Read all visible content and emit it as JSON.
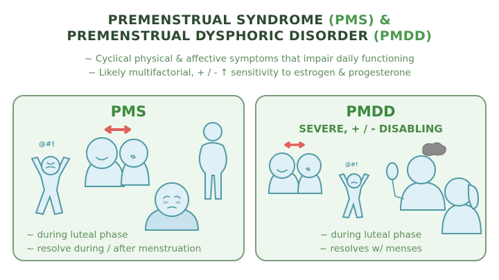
{
  "header": {
    "title_line1": {
      "text": "PREMENSTRUAL SYNDROME",
      "highlight": "(PMS)",
      "suffix": "&"
    },
    "title_line2": {
      "text": "PREMENSTRUAL DYSPHORIC DISORDER",
      "highlight": "(PMDD)"
    },
    "bullets": [
      "~ Cyclical physical & affective symptoms that impair daily functioning",
      "~ Likely multifactorial, + / - ↑ sensitivity to estrogen & progesterone"
    ]
  },
  "panels": [
    {
      "title": "PMS",
      "subtitle": "",
      "illustrations": [
        "angry-person",
        "two-people-conflict",
        "sad-face",
        "bloated-person"
      ],
      "notes": [
        "~ during luteal phase",
        "~ resolve during / after menstruation"
      ]
    },
    {
      "title": "PMDD",
      "subtitle": "SEVERE, + / - DISABLING",
      "illustrations": [
        "two-people-conflict",
        "angry-person",
        "person-mirror-cloud",
        "person-hand-head"
      ],
      "notes": [
        "~ during luteal phase",
        "~ resolves w/ menses"
      ]
    }
  ],
  "symbols": {
    "angry_text": "@#!"
  },
  "colors": {
    "title_dark": "#2f4a30",
    "title_highlight": "#4a9a4e",
    "panel_bg": "#eef7ee",
    "panel_border": "#7d9a7d",
    "figure_stroke": "#4f9aa5",
    "figure_fill": "#dff0f6",
    "conflict_arrow": "#e0605a",
    "cloud": "#8a8a8a"
  }
}
